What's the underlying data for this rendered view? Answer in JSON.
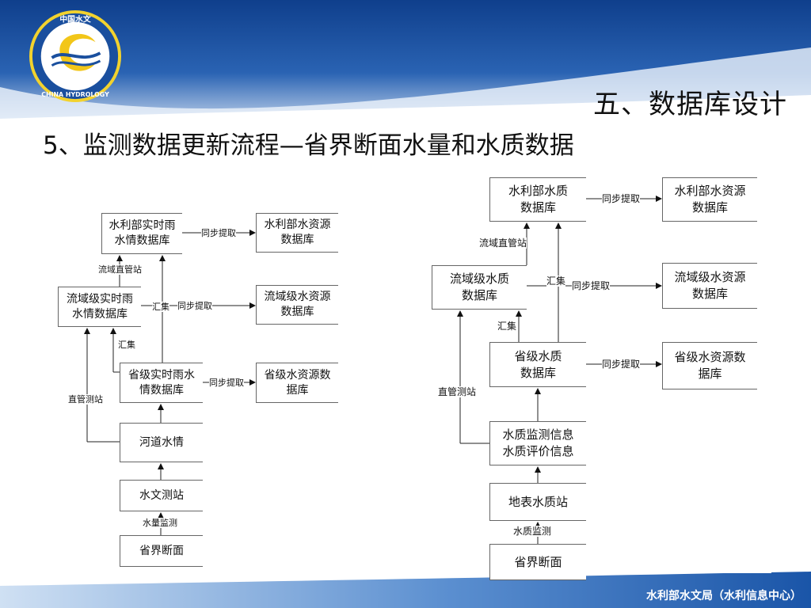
{
  "header": {
    "title": "五、数据库设计",
    "subtitle": "5、监测数据更新流程—省界断面水量和水质数据",
    "logo_text_top": "中国水文",
    "logo_text_bottom": "CHINA HYDROLOGY"
  },
  "left_flow": {
    "boxes": {
      "ministry_rain": "水利部实时雨\n水情数据库",
      "ministry_water_resource": "水利部水资源\n数据库",
      "basin_rain": "流域级实时雨\n水情数据库",
      "basin_water_resource": "流域级水资源\n数据库",
      "province_rain": "省级实时雨水\n情数据库",
      "province_water_resource": "省级水资源数\n据库",
      "river_water": "河道水情",
      "hydro_station": "水文测站",
      "border_section": "省界断面"
    },
    "labels": {
      "sync1": "同步提取",
      "sync2": "同步提取",
      "sync3": "同步提取",
      "basin_direct": "流域直管站",
      "aggregate1": "汇集",
      "aggregate2": "汇集",
      "direct_station": "直管测站",
      "volume_monitor": "水量监测"
    }
  },
  "right_flow": {
    "boxes": {
      "ministry_quality": "水利部水质\n数据库",
      "ministry_water_resource": "水利部水资源\n数据库",
      "basin_quality": "流域级水质\n数据库",
      "basin_water_resource": "流域级水资源\n数据库",
      "province_quality": "省级水质\n数据库",
      "province_water_resource": "省级水资源数\n据库",
      "quality_info": "水质监测信息\n水质评价信息",
      "surface_station": "地表水质站",
      "border_section": "省界断面"
    },
    "labels": {
      "sync1": "同步提取",
      "sync2": "同步提取",
      "sync3": "同步提取",
      "basin_direct": "流域直管站",
      "aggregate1": "汇集",
      "aggregate2": "汇集",
      "direct_station": "直管测站",
      "quality_monitor": "水质监测"
    }
  },
  "footer": {
    "text": "水利部水文局（水利信息中心）"
  },
  "colors": {
    "banner_top": "#1b4fa0",
    "banner_light": "#cfe0f3",
    "footer_band": "#1e62b8",
    "line": "#222222"
  }
}
